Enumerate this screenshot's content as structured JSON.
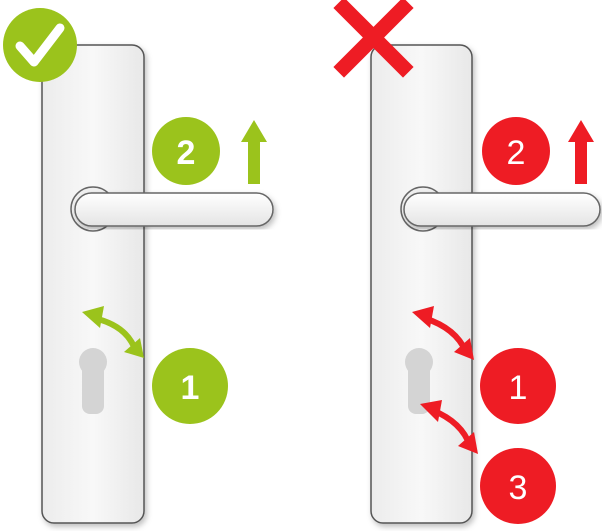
{
  "panels": {
    "correct": {
      "status_icon": "checkmark-icon",
      "accent_color": "#9bc31c",
      "steps": {
        "first": "1",
        "second": "2"
      }
    },
    "incorrect": {
      "status_icon": "cross-icon",
      "accent_color": "#ee1c24",
      "steps": {
        "first": "1",
        "second": "2",
        "third": "3"
      }
    }
  },
  "colors": {
    "plate_fill": "#f3f3f3",
    "plate_stroke": "#555555",
    "handle_fill": "#f5f5f5",
    "keyhole": "#d4d4d4"
  }
}
